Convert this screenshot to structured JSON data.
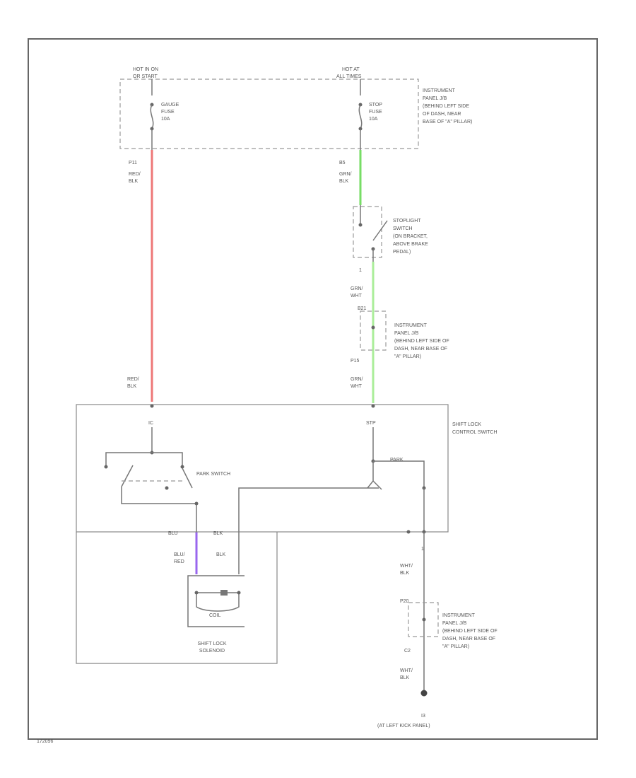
{
  "colors": {
    "wire_red_blk": "#ee7777",
    "wire_grn_blk": "#77dd66",
    "wire_grn_wht": "#aaee99",
    "wire_blu_red": "#9966ee",
    "line": "#777777"
  },
  "fuse_box": {
    "hot_run": [
      "HOT IN ON",
      "OR START"
    ],
    "hot_at_all": [
      "HOT AT",
      "ALL TIMES"
    ],
    "gauge_fuse": [
      "GAUGE",
      "FUSE",
      "10A"
    ],
    "stop_fuse": [
      "STOP",
      "FUSE",
      "10A"
    ],
    "label": [
      "INSTRUMENT",
      "PANEL J/B",
      "(BEHIND LEFT SIDE",
      "OF DASH, NEAR",
      "BASE OF \"A\" PILLAR)"
    ]
  },
  "wires": {
    "p11": "P11",
    "red_blk_top": [
      "RED/",
      "BLK"
    ],
    "b5": "B5",
    "grn_blk": [
      "GRN/",
      "BLK"
    ],
    "pin1": "1",
    "grn_wht_1": [
      "GRN/",
      "WHT"
    ],
    "b21": "B21",
    "p15": "P15",
    "red_blk_bottom": [
      "RED/",
      "BLK"
    ],
    "grn_wht_2": [
      "GRN/",
      "WHT"
    ],
    "blu_top": "BLU",
    "blk_top": "BLK",
    "blu_red": [
      "BLU/",
      "RED"
    ],
    "blk_mid": "BLK",
    "pin1_lower": "1",
    "wht_blk_1": [
      "WHT/",
      "BLK"
    ],
    "p20": "P20",
    "c2": "C2",
    "wht_blk_2": [
      "WHT/",
      "BLK"
    ]
  },
  "stoplight": {
    "label": [
      "STOPLIGHT",
      "SWITCH",
      "(ON BRACKET,",
      "ABOVE BRAKE",
      "PEDAL)"
    ]
  },
  "ipjb_mid": {
    "label": [
      "INSTRUMENT",
      "PANEL J/B",
      "(BEHIND LEFT SIDE OF",
      "DASH, NEAR BASE OF",
      "\"A\" PILLAR)"
    ]
  },
  "control_switch": {
    "label": [
      "SHIFT LOCK",
      "CONTROL SWITCH"
    ],
    "pin_ic": "IC",
    "pin_stp": "STP",
    "park_switch": "PARK SWITCH",
    "park_label": "PARK"
  },
  "solenoid": {
    "label": [
      "SHIFT LOCK",
      "SOLENOID"
    ],
    "coil": "COIL"
  },
  "ipjb_low": {
    "label": [
      "INSTRUMENT",
      "PANEL J/B",
      "(BEHIND LEFT SIDE OF",
      "DASH, NEAR BASE OF",
      "\"A\" PILLAR)"
    ]
  },
  "ground": {
    "id": "I3",
    "location": "(AT LEFT KICK PANEL)"
  },
  "code": "172096"
}
